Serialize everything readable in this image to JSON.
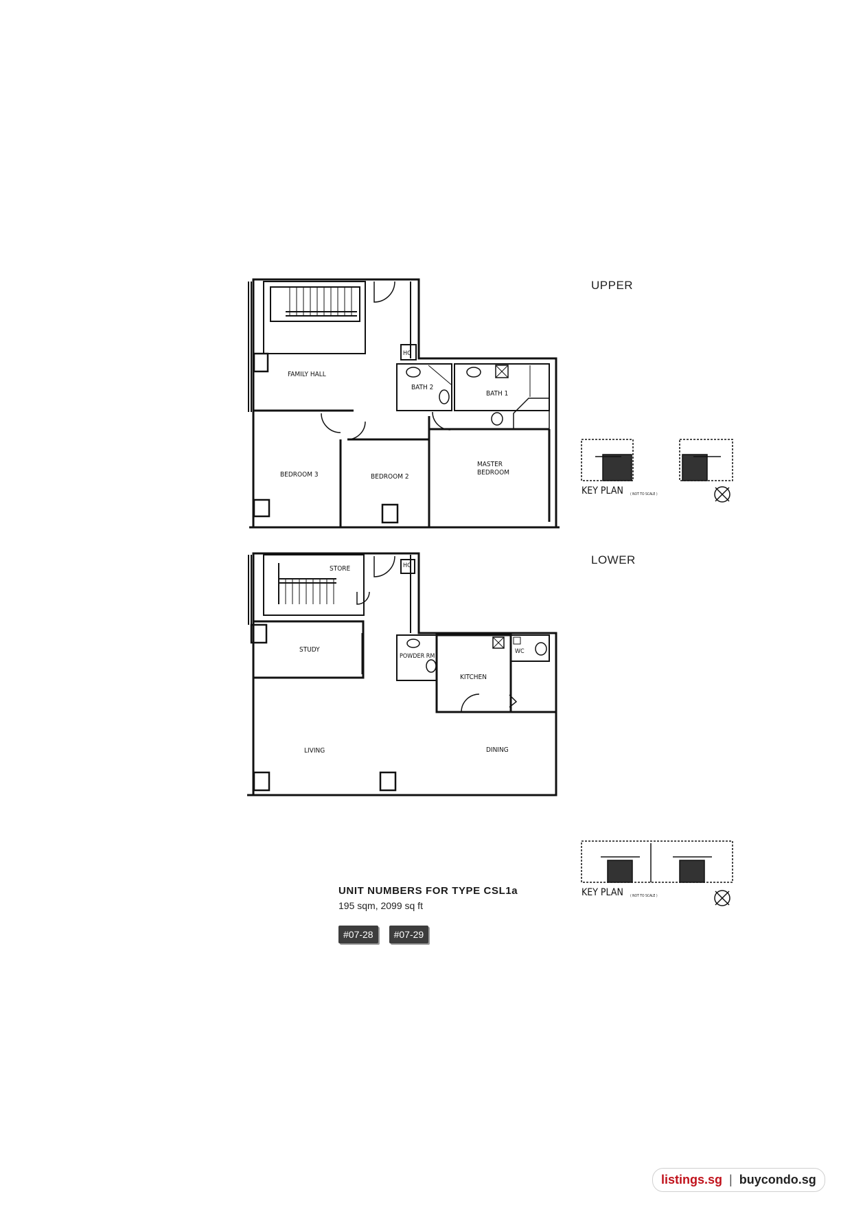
{
  "plans": {
    "upper": {
      "title": "UPPER",
      "rooms": {
        "family_hall": "FAMILY HALL",
        "bath2": "BATH 2",
        "bath1": "BATH 1",
        "hc": "HC",
        "bedroom3": "BEDROOM 3",
        "bedroom2": "BEDROOM 2",
        "master1": "MASTER",
        "master2": "BEDROOM"
      }
    },
    "lower": {
      "title": "LOWER",
      "rooms": {
        "store": "STORE",
        "hc": "HC",
        "study": "STUDY",
        "powder_rm": "POWDER RM",
        "kitchen": "KITCHEN",
        "wc": "WC",
        "living": "LIVING",
        "dining": "DINING"
      }
    }
  },
  "key_plan": {
    "label": "KEY PLAN",
    "note": "( NOT TO SCALE )"
  },
  "unit_info": {
    "heading": "UNIT NUMBERS FOR TYPE CSL1a",
    "area": "195 sqm, 2099 sq ft",
    "units": [
      "#07-28",
      "#07-29"
    ]
  },
  "footer": {
    "brand1": "listings.sg",
    "separator": "|",
    "brand2": "buycondo.sg"
  },
  "colors": {
    "ink": "#111111",
    "badge": "#3d3d3d",
    "brand_red": "#c0121b"
  }
}
